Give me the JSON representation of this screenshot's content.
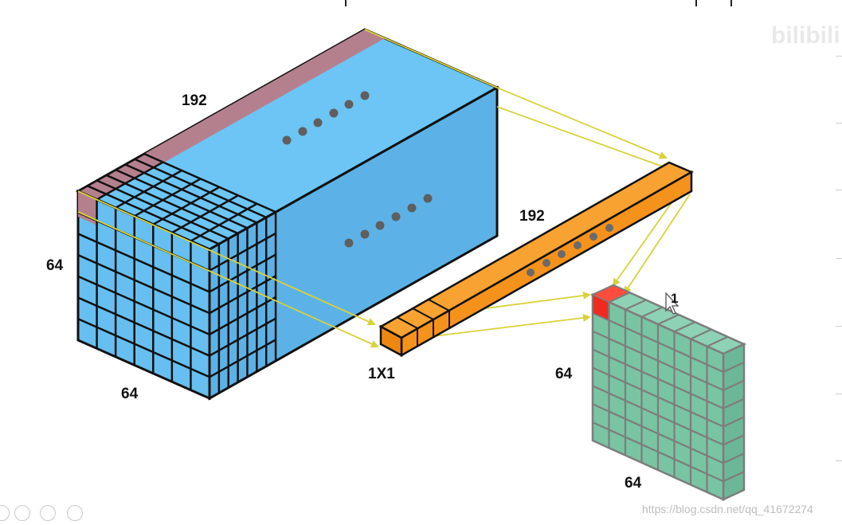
{
  "diagram": {
    "input_block": {
      "depth_label": "192",
      "height_label": "64",
      "width_label": "64",
      "colors": {
        "front": "#66bff0",
        "side": "#5cb2e6",
        "top": "#6cc5f4",
        "slice": "#b5808e"
      }
    },
    "fiber": {
      "length_label": "192",
      "kernel_label": "1X1",
      "color": "#f5921b"
    },
    "output_map": {
      "height_label": "64",
      "width_label": "64",
      "overlay_mark": "1",
      "colors": {
        "cell": "#79c4a3",
        "highlight": "#ef2b1f"
      }
    },
    "arrow_color": "#d7d23a"
  },
  "watermark": {
    "url": "https://blog.csdn.net/qq_41672274",
    "logo": "bilibili"
  },
  "icons": [
    "cursor-icon",
    "player-control-icon"
  ]
}
